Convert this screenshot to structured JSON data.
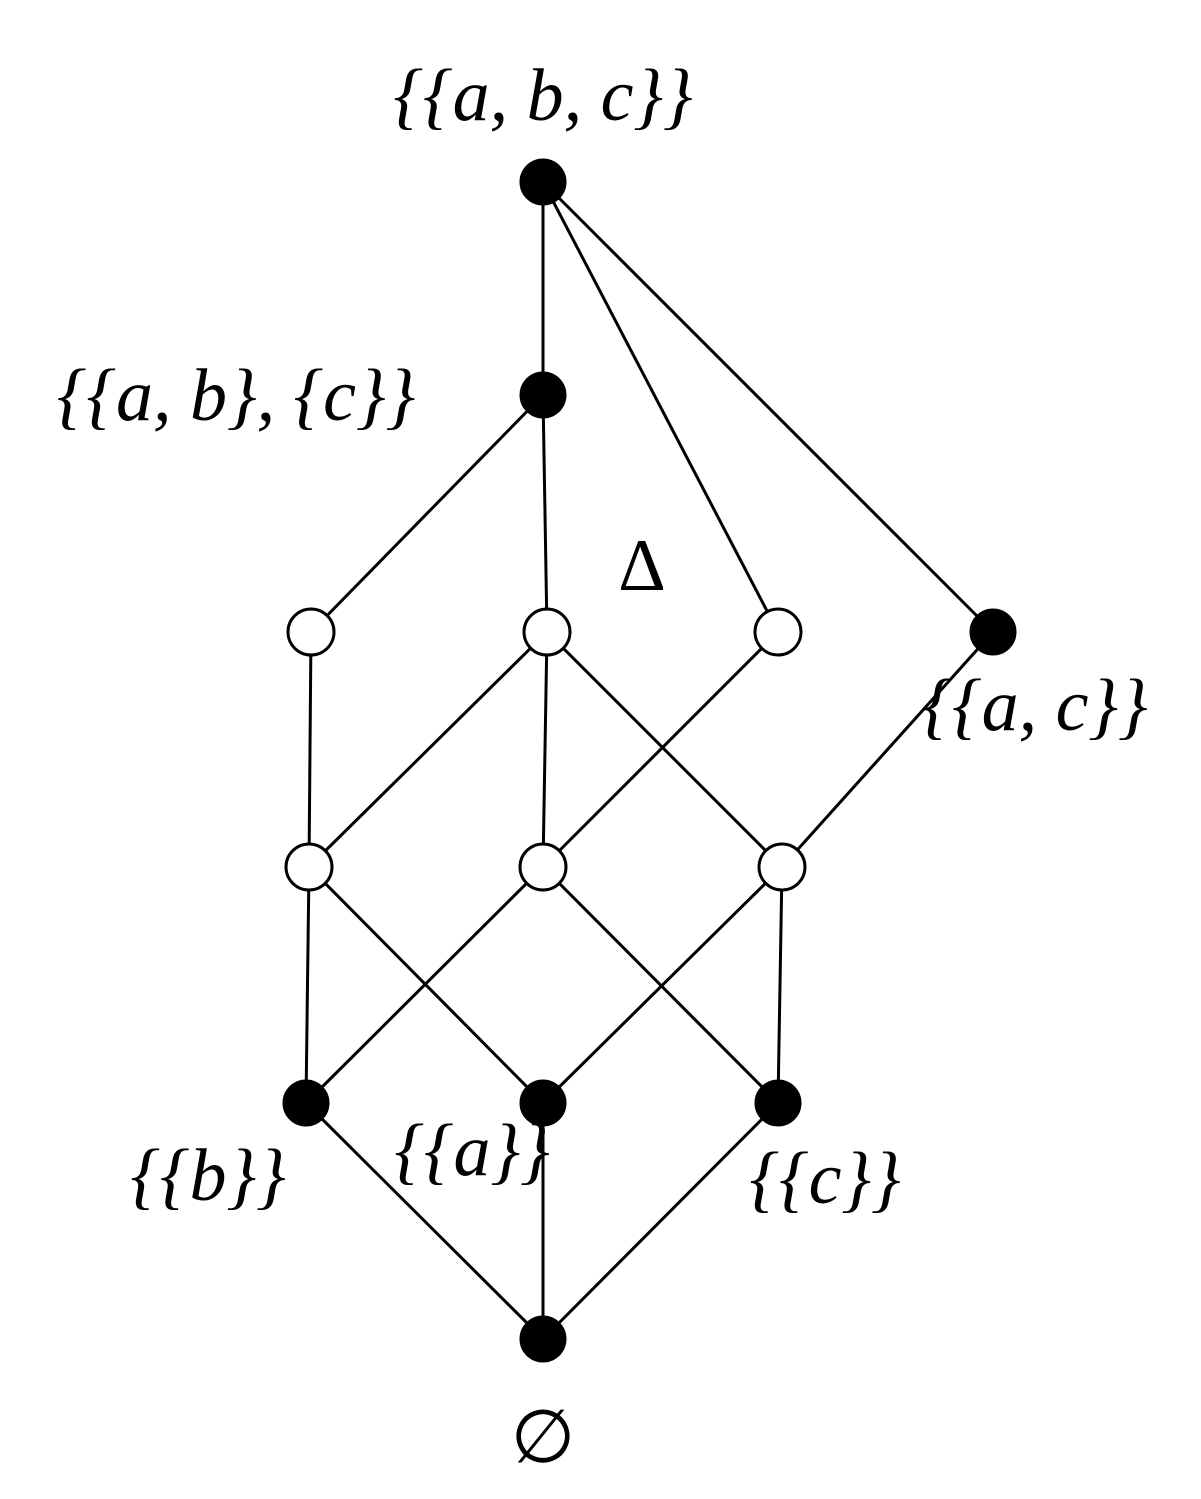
{
  "diagram": {
    "labels": {
      "top": "{{a, b, c}}",
      "ab_c": "{{a, b}, {c}}",
      "delta": "Δ",
      "ac": "{{a, c}}",
      "b": "{{b}}",
      "a": "{{a}}",
      "c": "{{c}}",
      "empty": "∅"
    },
    "colors": {
      "filled": "#000000",
      "hollow": "#ffffff",
      "edge": "#000000"
    }
  }
}
